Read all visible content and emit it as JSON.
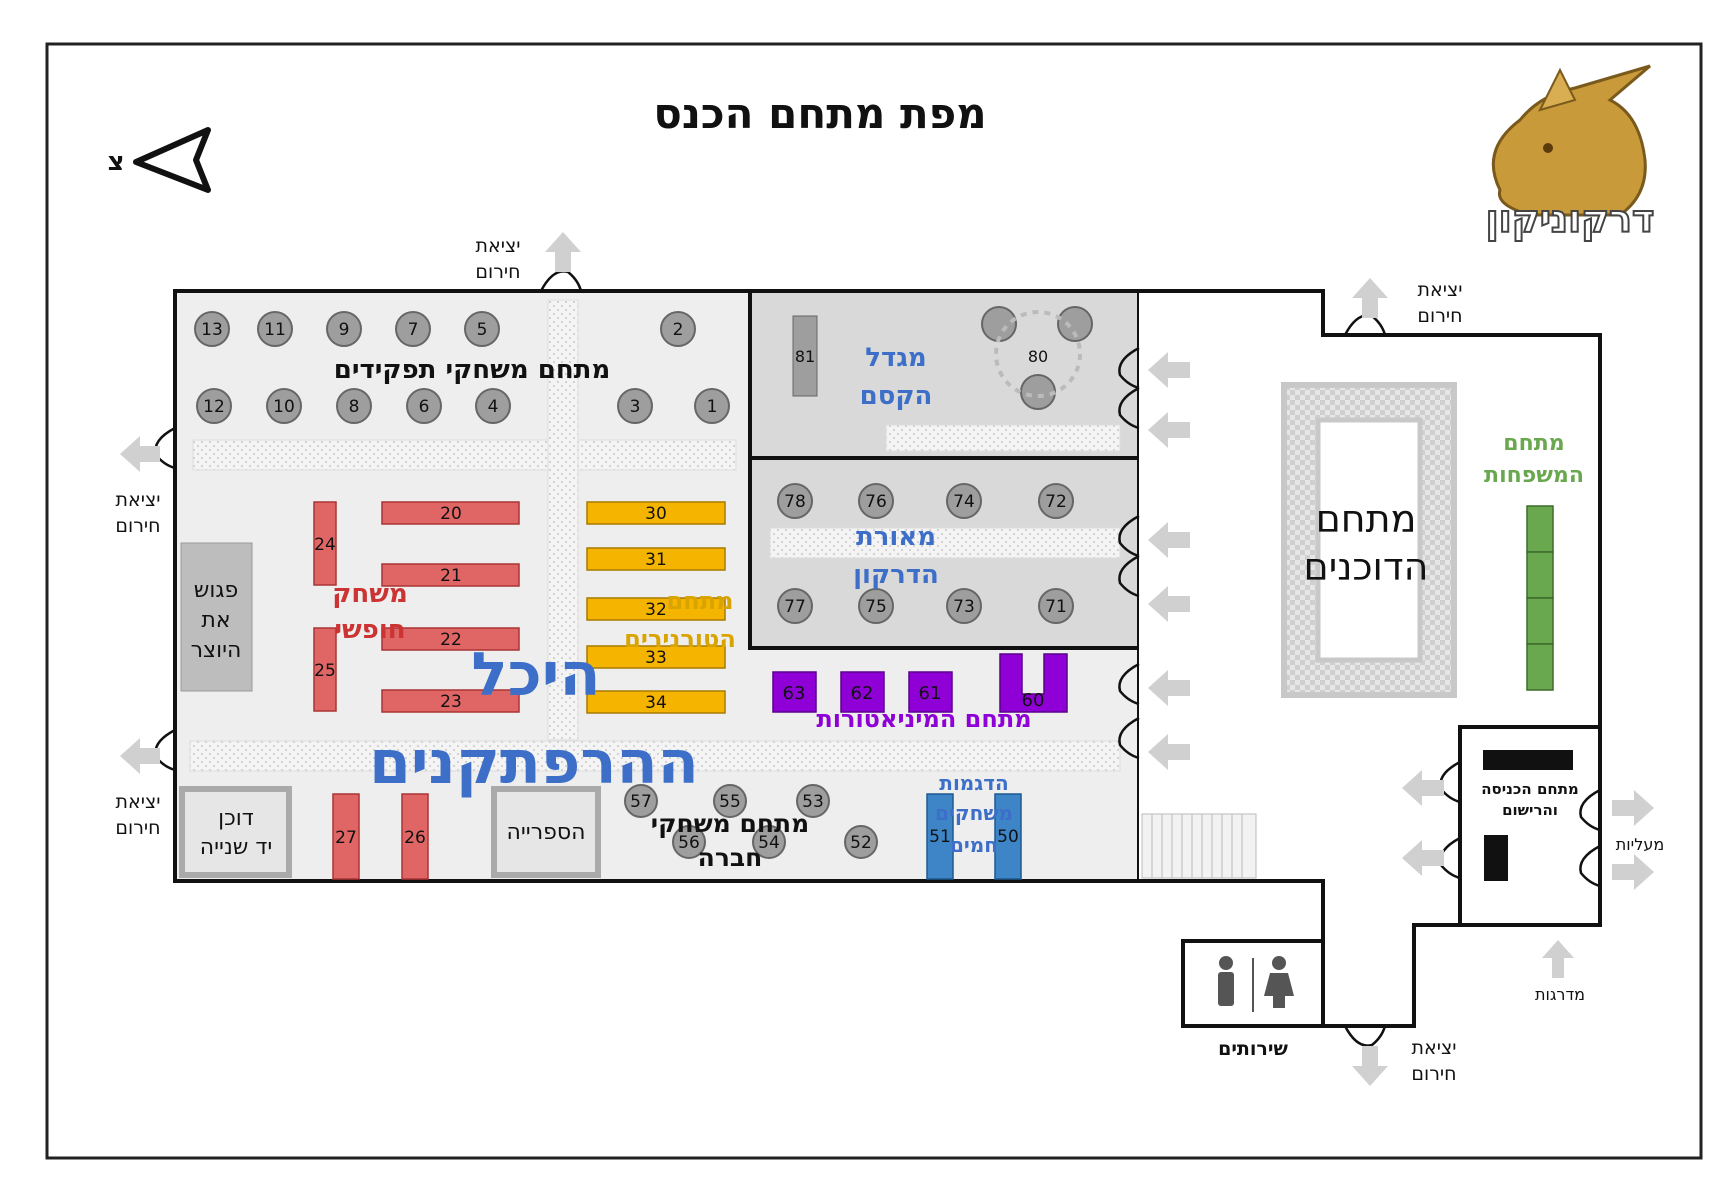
{
  "title": "מפת מתחם הכנס",
  "compass_label": "צ",
  "logo_text": "דרקוניקון",
  "colors": {
    "free_play": "#e06666",
    "tournaments": "#f4b400",
    "miniatures": "#8e00d6",
    "demos": "#3d85c6",
    "family": "#6aa84f",
    "area_blue_label": "#3d6fc9",
    "table_grey": "#9e9e9e"
  },
  "labels": {
    "emergency_exit_1": "יציאת",
    "emergency_exit_2": "חירום",
    "rpg_area": "מתחם משחקי תפקידים",
    "magic_tower_1": "מגדל",
    "magic_tower_2": "הקסם",
    "dragon_cave_1": "מאורת",
    "dragon_cave_2": "הדרקון",
    "free_play_1": "משחק",
    "free_play_2": "חופשי",
    "meet_creator_1": "פגוש",
    "meet_creator_2": "את",
    "meet_creator_3": "היוצר",
    "tournaments_1": "מתחם",
    "tournaments_2": "הטורנירים",
    "hall_1": "היכל",
    "hall_2": "ההרפתקנים",
    "miniatures": "מתחם המיניאטורות",
    "demos_1": "הדגמות",
    "demos_2": "משחקים",
    "demos_3": "חמים",
    "board_games_1": "מתחם משחקי",
    "board_games_2": "חברה",
    "second_hand_1": "דוכן",
    "second_hand_2": "יד שנייה",
    "library": "הספרייה",
    "vendors_1": "מתחם",
    "vendors_2": "הדוכנים",
    "family_1": "מתחם",
    "family_2": "המשפחות",
    "entrance_1": "מתחם הכניסה",
    "entrance_2": "והרישום",
    "elevators": "מעליות",
    "stairs": "מדרגות",
    "toilets": "שירותים"
  },
  "rpg_tables": [
    "13",
    "11",
    "9",
    "7",
    "5",
    "2",
    "12",
    "10",
    "8",
    "6",
    "4",
    "3",
    "1"
  ],
  "cave_tables": [
    "78",
    "76",
    "74",
    "72",
    "77",
    "75",
    "73",
    "71"
  ],
  "tower_tables": [
    "81",
    "80"
  ],
  "free_play_tables": [
    "20",
    "21",
    "22",
    "23",
    "24",
    "25",
    "26",
    "27"
  ],
  "tournament_tables": [
    "30",
    "31",
    "32",
    "33",
    "34"
  ],
  "miniature_tables": [
    "63",
    "62",
    "61",
    "60"
  ],
  "board_game_tables": [
    "57",
    "55",
    "53",
    "56",
    "54",
    "52"
  ],
  "demo_tables": [
    "51",
    "50"
  ]
}
